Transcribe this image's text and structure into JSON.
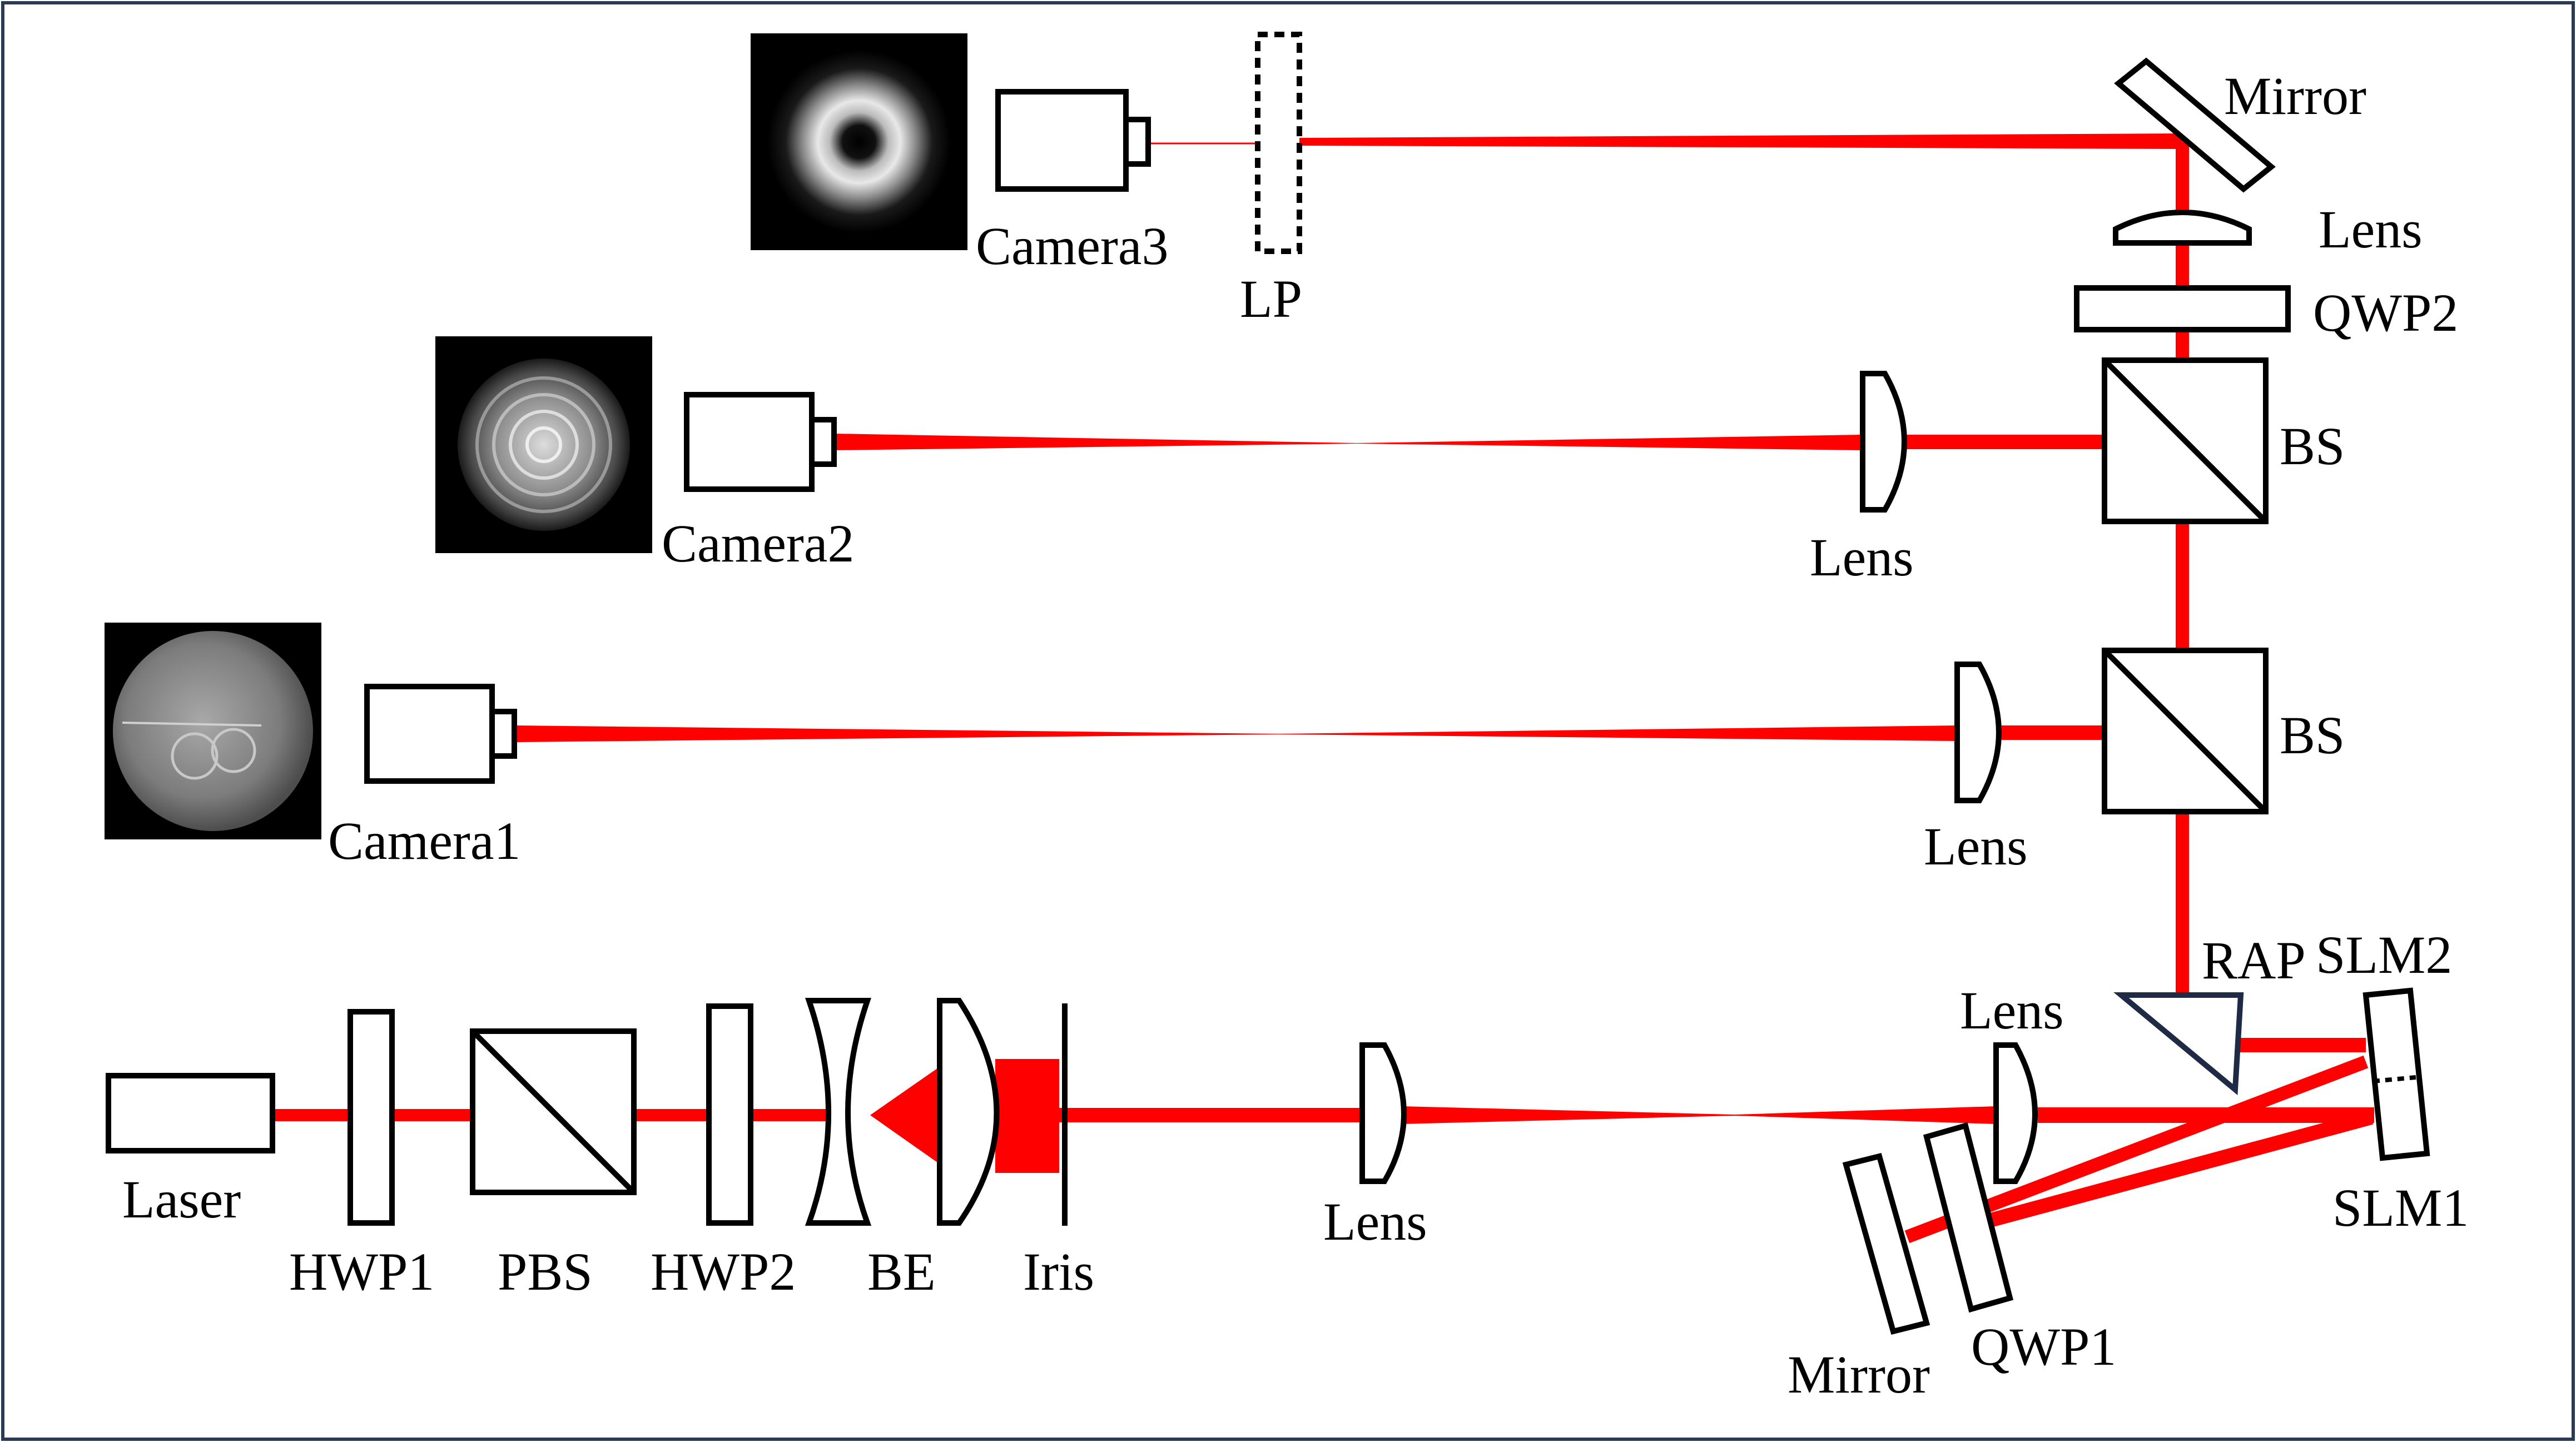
{
  "diagram": {
    "labels": {
      "mirror_top": "Mirror",
      "lens_top": "Lens",
      "qwp2": "QWP2",
      "bs_upper": "BS",
      "bs_lower": "BS",
      "lens_cam2": "Lens",
      "lens_cam1": "Lens",
      "camera3": "Camera3",
      "camera2": "Camera2",
      "camera1": "Camera1",
      "lp": "LP",
      "rap": "RAP",
      "slm2": "SLM2",
      "slm1": "SLM1",
      "lens_slm": "Lens",
      "laser": "Laser",
      "hwp1": "HWP1",
      "pbs": "PBS",
      "hwp2": "HWP2",
      "be": "BE",
      "iris": "Iris",
      "lens_mid": "Lens",
      "mirror_bottom": "Mirror",
      "qwp1": "QWP1"
    },
    "colors": {
      "beam": "#ff0000",
      "frame": "#2b3a55",
      "rap_stroke": "#1f2a44",
      "camera_image_bg": "#000000"
    }
  }
}
